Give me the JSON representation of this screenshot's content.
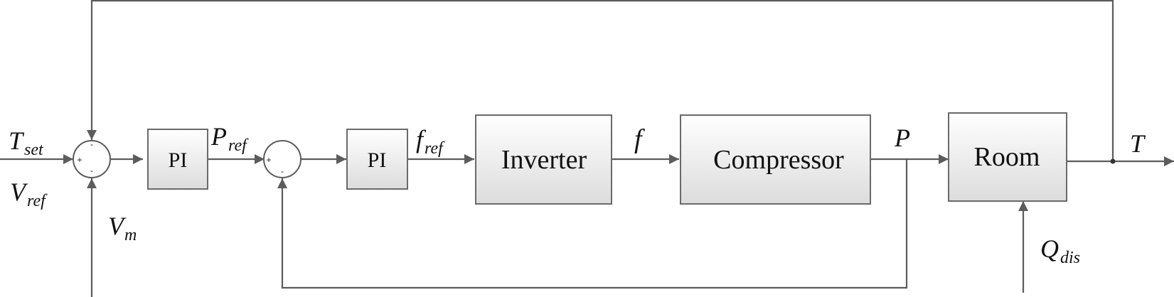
{
  "blocks": {
    "pi_1": "PI",
    "pi_2": "PI",
    "inverter": "Inverter",
    "compressor": "Compressor",
    "room": "Room"
  },
  "signals": {
    "t_set": {
      "main": "T",
      "sub": "set"
    },
    "v_ref": {
      "main": "V",
      "sub": "ref"
    },
    "v_m": {
      "main": "V",
      "sub": "m"
    },
    "p_ref": {
      "main": "P",
      "sub": "ref"
    },
    "f_ref": {
      "main": "f",
      "sub": "ref"
    },
    "f": {
      "main": "f"
    },
    "p": {
      "main": "P"
    },
    "t": {
      "main": "T"
    },
    "q_dis": {
      "main": "Q",
      "sub": "dis"
    }
  },
  "sum_signs": {
    "sum_1_top": "-",
    "sum_1_left": "+",
    "sum_1_bottom": "-",
    "sum_2_left": "+",
    "sum_2_bottom": "-"
  }
}
